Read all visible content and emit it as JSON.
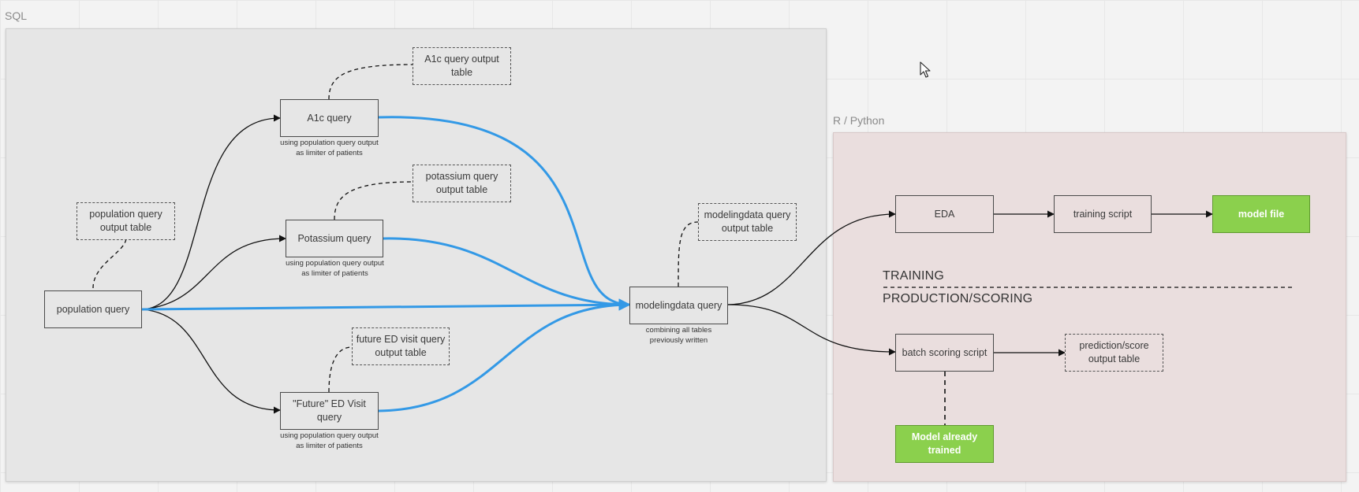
{
  "frames": {
    "sql": {
      "label": "SQL"
    },
    "rpython": {
      "label": "R / Python"
    }
  },
  "nodes": {
    "population_query": "population query",
    "population_output": "population query output table",
    "a1c_query": "A1c query",
    "a1c_output": "A1c query output table",
    "a1c_note": "using population query output as limiter of patients",
    "potassium_query": "Potassium query",
    "potassium_output": "potassium query output table",
    "potassium_note": "using population query output as limiter of patients",
    "future_query": "\"Future\" ED Visit query",
    "future_output": "future ED visit query output table",
    "future_note": "using population query output as limiter of patients",
    "modeling_query": "modelingdata query",
    "modeling_output": "modelingdata query output table",
    "modeling_note": "combining all tables previously written",
    "eda": "EDA",
    "training_script": "training script",
    "model_file": "model file",
    "batch_scoring": "batch scoring script",
    "prediction_output": "prediction/score output table",
    "model_trained": "Model already trained"
  },
  "sections": {
    "training": "TRAINING",
    "production": "PRODUCTION/SCORING"
  },
  "colors": {
    "highlight_wire": "#3399e6",
    "wire": "#111111",
    "green_fill": "#8bd04d",
    "sql_frame": "#e6e6e6",
    "rpython_frame": "#eadede"
  },
  "icons": {
    "cursor": "mouse-pointer-icon"
  }
}
